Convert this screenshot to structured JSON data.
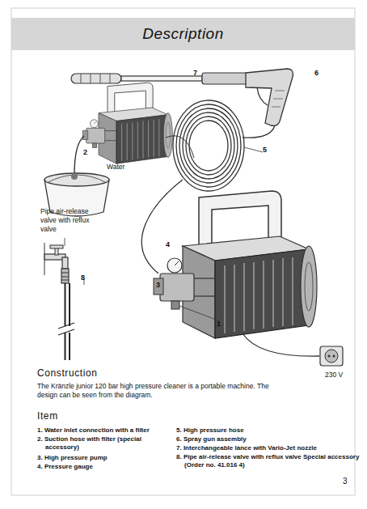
{
  "diagram": {
    "title": "Description",
    "labels": [
      "7",
      "6",
      "2",
      "Water",
      "5",
      "Pipe air-release valve with reflux valve",
      "4",
      "3",
      "8",
      "1",
      "230 V",
      "Construction",
      "The Kränzle junior 120 bar high pressure cleaner is a portable machine. The design can be seen from the diagram.",
      "Item",
      "1. Water inlet connection with a filter",
      "2. Suction hose with filter (special accessory)",
      "3. High pressure pump",
      "4. Pressure gauge",
      "5. High pressure hose",
      "6. Spray gun assembly",
      "7. Interchangeable lance with Vario-Jet nozzle",
      "8. Pipe air-release valve with reflux valve Special accessory (Order no. 41.016 4)",
      "3"
    ]
  }
}
